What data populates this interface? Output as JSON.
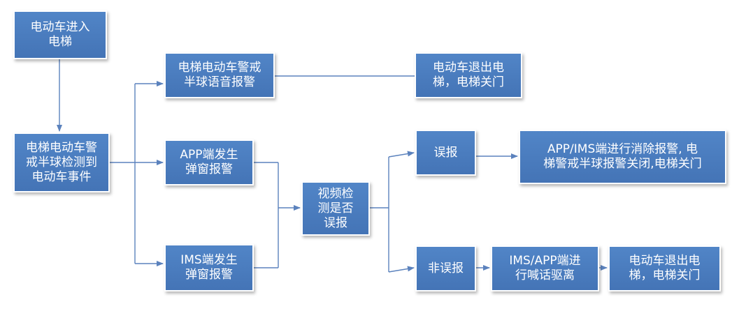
{
  "diagram": {
    "nodes": {
      "enter": "电动车进入\n电梯",
      "detect": "电梯电动车警\n戒半球检测到\n电动车事件",
      "voice": "电梯电动车警戒\n半球语音报警",
      "exit1": "电动车退出电\n梯，电梯关门",
      "app_popup": "APP端发生\n弹窗报警",
      "ims_popup": "IMS端发生\n弹窗报警",
      "video_check": "视频检\n测是否\n误报",
      "false_alarm": "误报",
      "not_false": "非误报",
      "clear_alarm": "APP/IMS端进行消除报警, 电\n梯警戒半球报警关闭,电梯关门",
      "shout": "IMS/APP端进\n行喊话驱离",
      "exit2": "电动车退出电\n梯，电梯关门"
    },
    "colors": {
      "node_fill": "#4a7cbf",
      "node_border": "#ffffff",
      "connector": "#5b82bd"
    }
  }
}
